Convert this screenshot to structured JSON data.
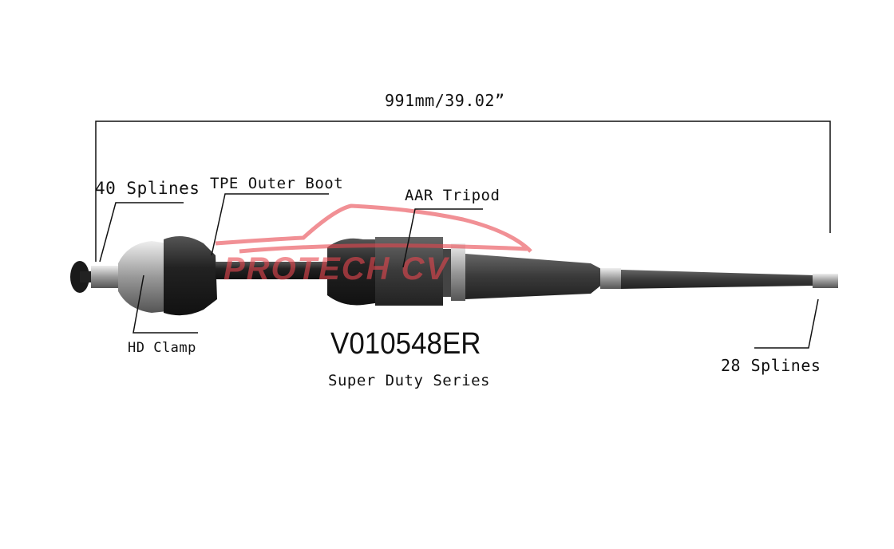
{
  "dimension": "991mm/39.02”",
  "labels": {
    "outer_splines": "40 Splines",
    "outer_boot": "TPE Outer Boot",
    "tripod": "AAR Tripod",
    "clamp": "HD Clamp",
    "inner_splines": "28 Splines"
  },
  "part_number": "V010548ER",
  "series": "Super Duty Series",
  "watermark": "PROTECH CV",
  "colors": {
    "watermark": "#e8474f",
    "shaft": "#2a2a2a"
  }
}
